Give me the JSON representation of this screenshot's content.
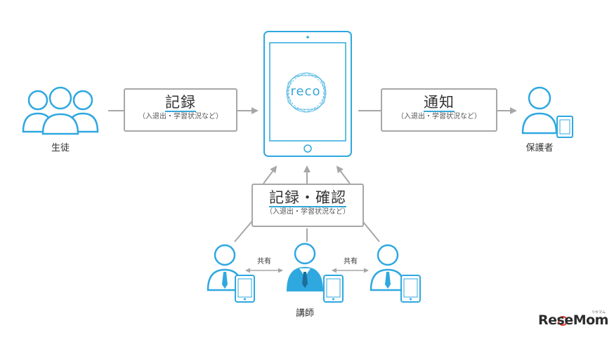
{
  "boxes": {
    "record": {
      "main": "記録",
      "sub": "（入退出・学習状況など）"
    },
    "notify": {
      "main": "通知",
      "sub": "（入退出・学習状況など）"
    },
    "record_confirm": {
      "main": "記録・確認",
      "sub": "（入退出・学習状況など）"
    }
  },
  "labels": {
    "students": "生徒",
    "guardian": "保護者",
    "instructor": "講師",
    "share_left": "共有",
    "share_right": "共有"
  },
  "tablet": {
    "app_name": "reco"
  },
  "watermark": {
    "brand": "ReseMom",
    "sub": "リセマム"
  },
  "colors": {
    "accent": "#2fa8e0",
    "line": "#a7a7a7",
    "text": "#333333"
  }
}
